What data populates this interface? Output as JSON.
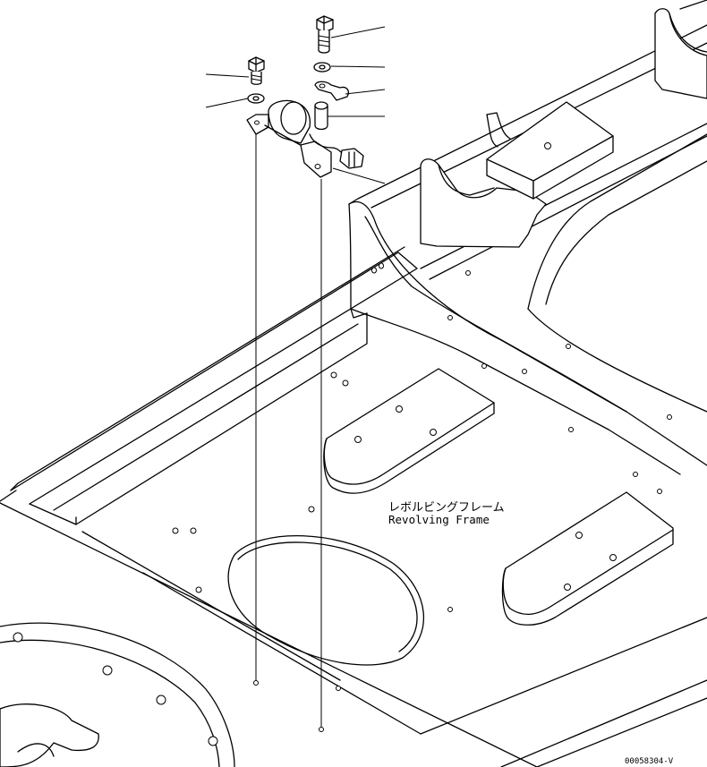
{
  "labels": {
    "part_name_jp": "レボルビングフレーム",
    "part_name_en": "Revolving Frame",
    "drawing_code": "00058304-V"
  },
  "callouts": [
    {
      "part": "bolt-upper"
    },
    {
      "part": "washer-upper"
    },
    {
      "part": "clip-bracket"
    },
    {
      "part": "spacer-collar"
    },
    {
      "part": "harness-connector"
    },
    {
      "part": "bolt-left"
    },
    {
      "part": "washer-left"
    }
  ]
}
